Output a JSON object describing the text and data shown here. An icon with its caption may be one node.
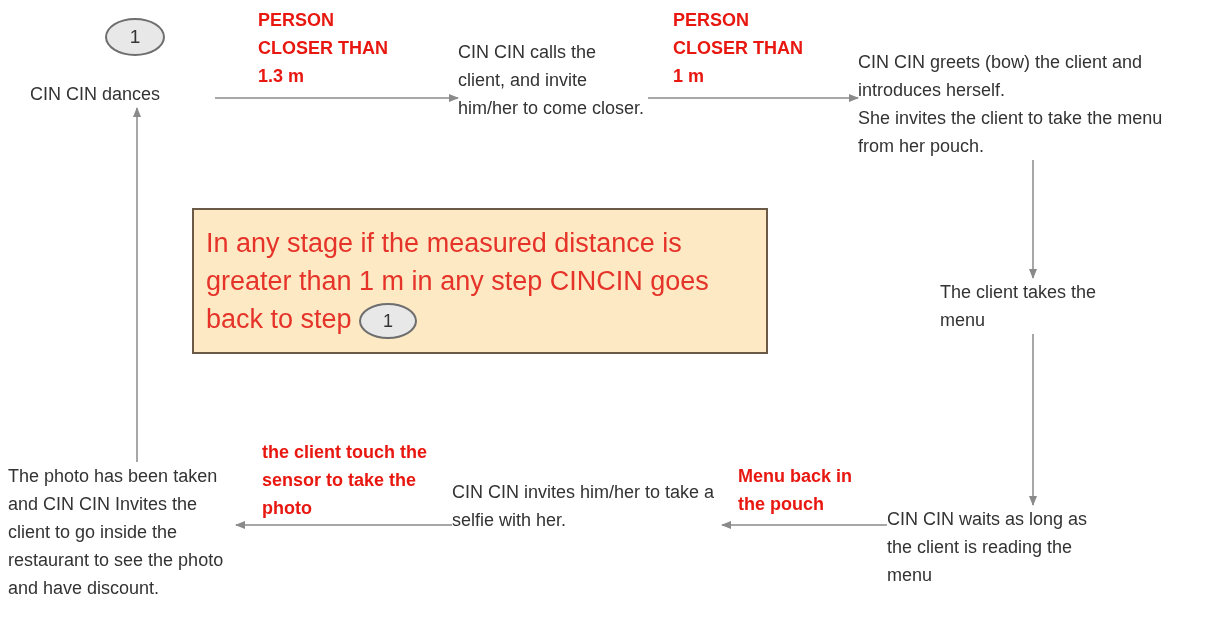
{
  "diagram": {
    "nodes": [
      {
        "text": [
          "1"
        ]
      },
      {
        "text": [
          "CIN CIN dances"
        ]
      },
      {
        "text": [
          "CIN CIN calls the client, and invite him/her to come closer."
        ]
      },
      {
        "text": [
          "CIN CIN greets (bow) the client and introduces herself.",
          "She invites the client to take the menu from her pouch."
        ]
      },
      {
        "text": [
          "The client takes the menu"
        ]
      },
      {
        "text": [
          "CIN CIN waits as long as the client is reading the menu"
        ]
      },
      {
        "text": [
          "CIN CIN invites him/her to take a selfie with her."
        ]
      },
      {
        "text": [
          "The photo has been taken and CIN CIN Invites the client to go inside the restaurant to see the photo and have discount."
        ]
      },
      {
        "text": [
          "In any stage if the measured distance is greater than 1 m in any step CINCIN goes back to step"
        ]
      },
      {
        "text": [
          "1"
        ],
        "in": 8
      }
    ],
    "edges": [
      {
        "from": 1,
        "to": 2,
        "arrow": "to",
        "label": "PERSON CLOSER THAN 1.3 m"
      },
      {
        "from": 2,
        "to": 3,
        "arrow": "to",
        "label": "PERSON CLOSER THAN 1 m"
      },
      {
        "from": 3,
        "to": 4,
        "arrow": "to"
      },
      {
        "from": 4,
        "to": 5,
        "arrow": "to"
      },
      {
        "from": 5,
        "to": 6,
        "arrow": "to",
        "label": "Menu back in the pouch"
      },
      {
        "from": 6,
        "to": 7,
        "arrow": "to",
        "label": "the client touch the sensor to take the photo"
      },
      {
        "from": 7,
        "to": 1,
        "arrow": "to"
      }
    ]
  }
}
